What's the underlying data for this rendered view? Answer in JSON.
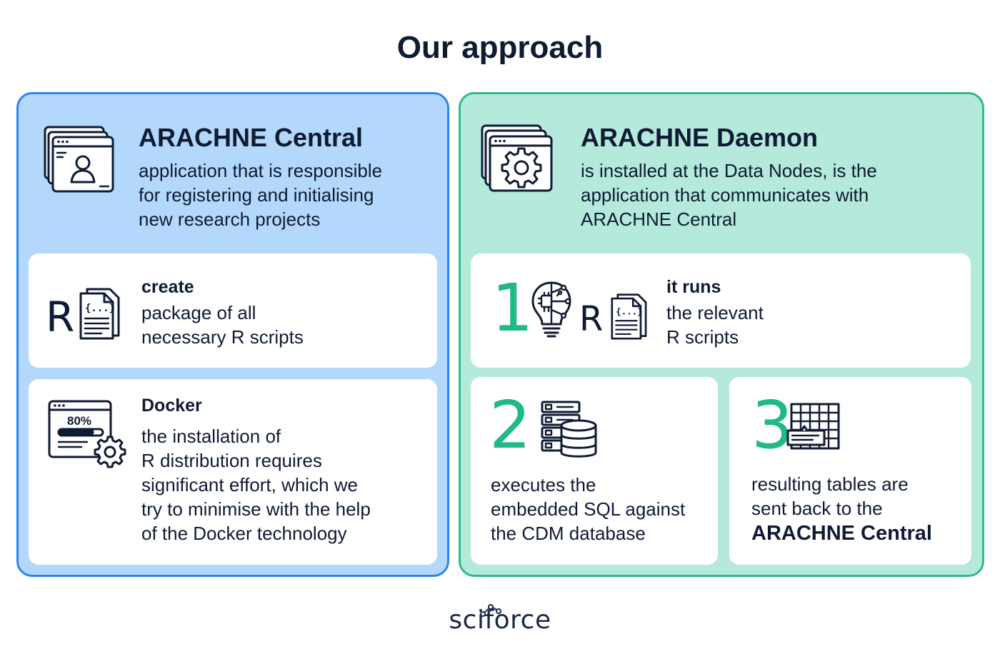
{
  "title": "Our approach",
  "central": {
    "heading": "ARACHNE Central",
    "description": [
      "application that is responsible",
      "for registering and initialising",
      "new research projects"
    ],
    "cards": [
      {
        "r_letter": "R",
        "title": "create",
        "lines": [
          "package of all",
          "necessary R scripts"
        ],
        "icon": "r-script-file-icon"
      },
      {
        "title": "Docker",
        "progress_label": "80%",
        "progress_value": 0.8,
        "lines": [
          "the installation of",
          "R distribution requires",
          "significant effort, which we",
          "try to minimise with the help",
          "of the Docker technology"
        ],
        "icon": "docker-install-progress-icon"
      }
    ]
  },
  "daemon": {
    "heading": "ARACHNE Daemon",
    "description": [
      "is installed at the Data Nodes, is the",
      "application that communicates with",
      "ARACHNE Central"
    ],
    "steps": [
      {
        "number": "1",
        "r_letter": "R",
        "title": "it runs",
        "lines": [
          "the relevant",
          "R scripts"
        ],
        "icon": "ai-bulb-icon"
      },
      {
        "number": "2",
        "lines": [
          "executes the",
          "embedded SQL against",
          "the CDM database"
        ],
        "icon": "server-database-icon"
      },
      {
        "number": "3",
        "lines": [
          "resulting tables are",
          "sent back to the"
        ],
        "bold_line": "ARACHNE Central",
        "icon": "table-grid-icon"
      }
    ]
  },
  "logo": "sciforce",
  "colors": {
    "central_bg": "#b3d8fc",
    "central_border": "#2a86ee",
    "daemon_bg": "#b4e9db",
    "daemon_border": "#2dbb8d",
    "accent_number": "#1fb888",
    "text": "#0f1b33"
  }
}
